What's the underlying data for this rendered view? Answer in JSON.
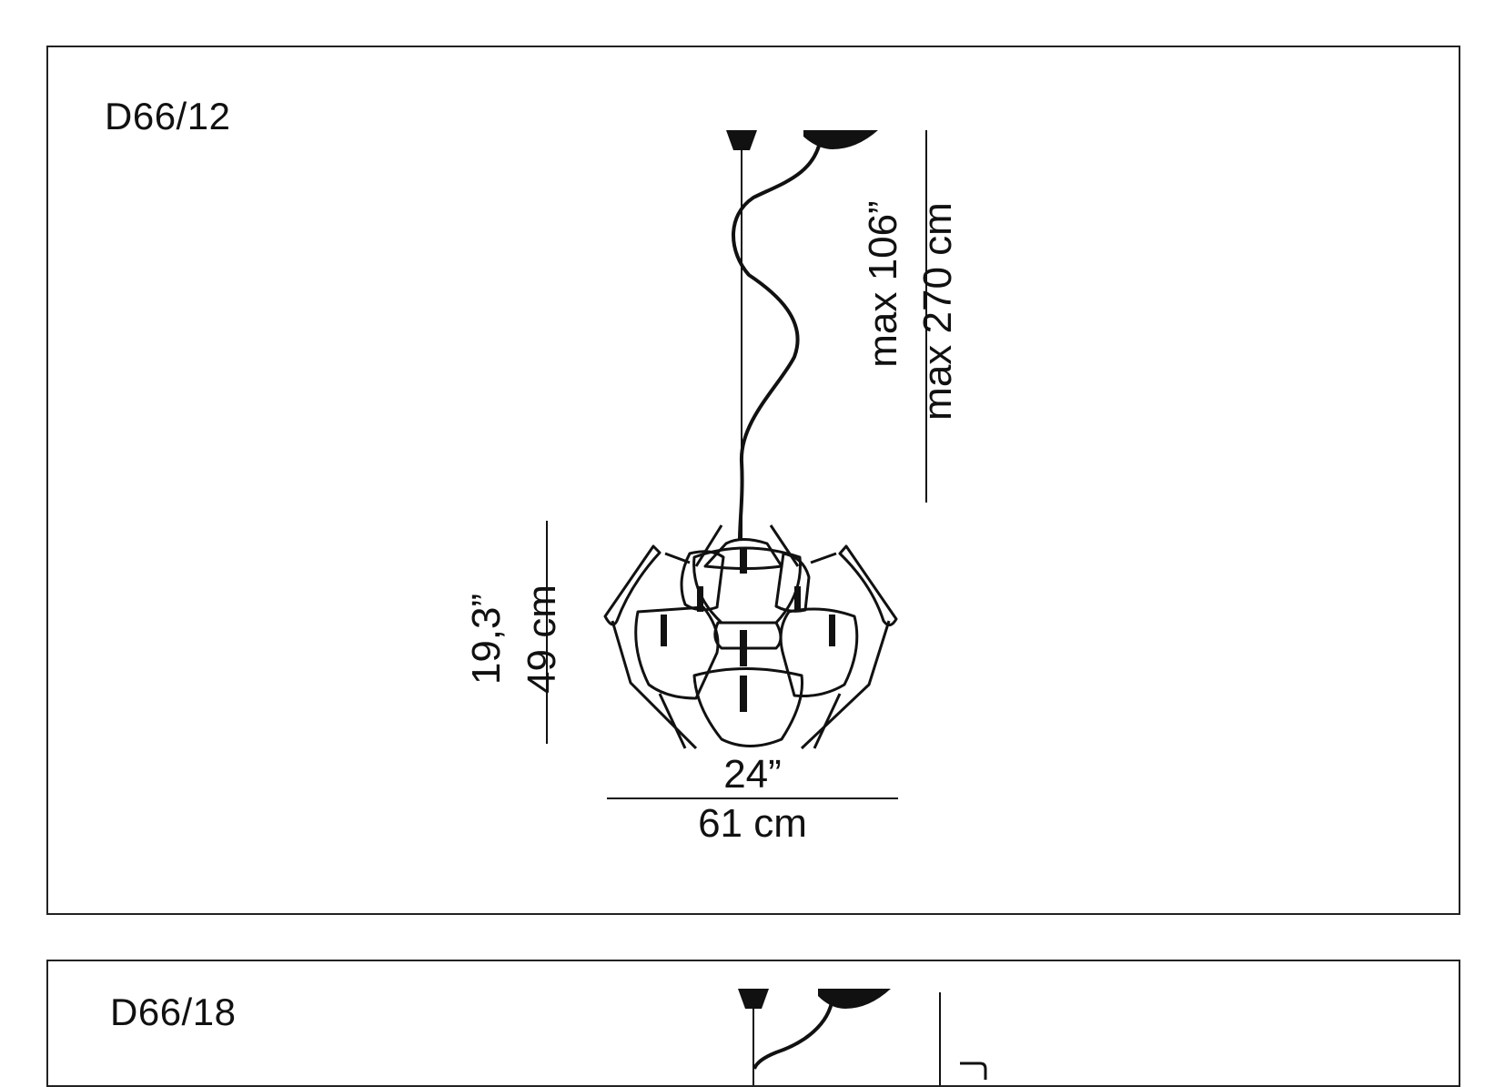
{
  "panels": [
    {
      "model": "D66/12",
      "height_inch": "max 106”",
      "height_cm": "max 270 cm",
      "body_height_inch": "19,3”",
      "body_height_cm": "49 cm",
      "width_inch": "24”",
      "width_cm": "61 cm"
    },
    {
      "model": "D66/18"
    }
  ]
}
